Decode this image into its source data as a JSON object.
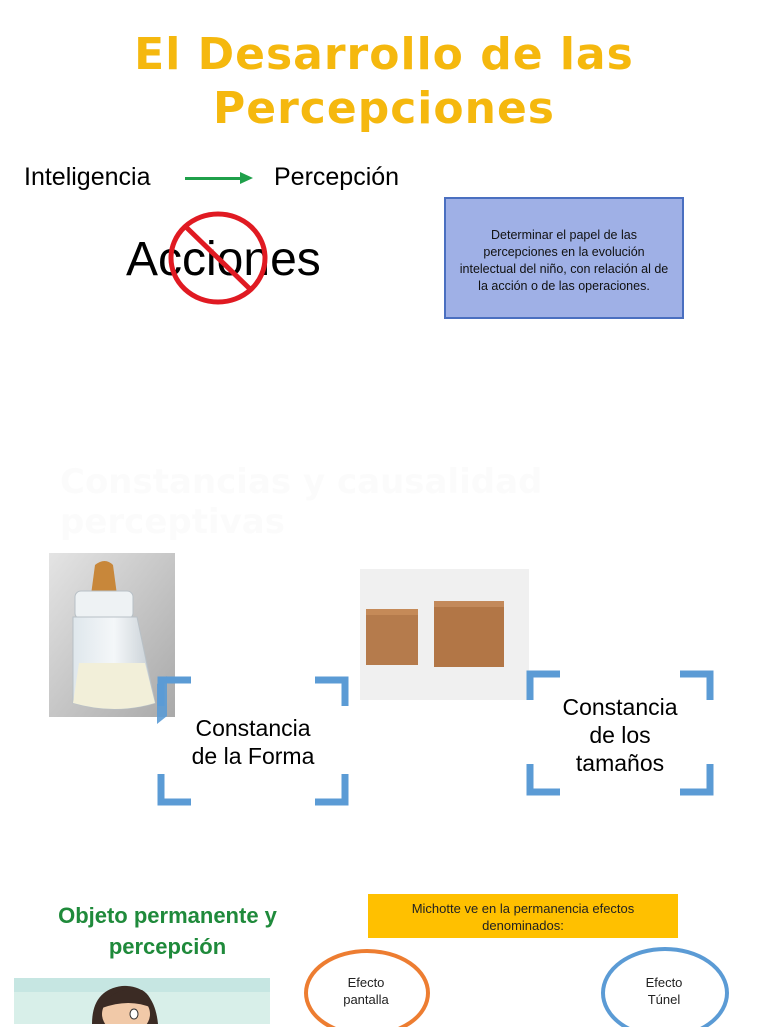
{
  "title": {
    "line1": "El Desarrollo de las",
    "line2": "Percepciones"
  },
  "flow": {
    "left": "Inteligencia",
    "right": "Percepción"
  },
  "crossed_word": "Acciones",
  "blue_box": {
    "text": "Determinar el papel de las percepciones en la evolución intelectual del niño, con relación al de la acción o de las operaciones."
  },
  "ghost_heading": {
    "line1": "Constancias y causalidad",
    "line2": "perceptivas"
  },
  "constancy": {
    "forma": {
      "line1": "Constancia",
      "line2": "de la Forma"
    },
    "tamanos": {
      "line1": "Constancia",
      "line2": "de los",
      "line3": "tamaños"
    }
  },
  "objeto_heading": {
    "line1": "Objeto permanente y",
    "line2": "percepción"
  },
  "michotte_box": {
    "line1": "Michotte ve en la permanencia efectos",
    "line2": "denominados:"
  },
  "efectos": {
    "pantalla": {
      "line1": "Efecto",
      "line2": "pantalla"
    },
    "tunel": {
      "line1": "Efecto",
      "line2": "Túnel"
    }
  },
  "colors": {
    "title": "#f5b80e",
    "arrow": "#1fa04a",
    "prohibition": "#e01a22",
    "blue_box_fill": "#9fb0e6",
    "blue_box_border": "#4a6fc0",
    "bracket": "#5b9bd5",
    "green_heading": "#1f8a3b",
    "yellow_box": "#ffc000",
    "ellipse_orange": "#ed7d31",
    "ellipse_blue": "#5b9bd5"
  },
  "icons": [
    "arrow-right-icon",
    "prohibition-icon",
    "bracket-frame-icon"
  ]
}
